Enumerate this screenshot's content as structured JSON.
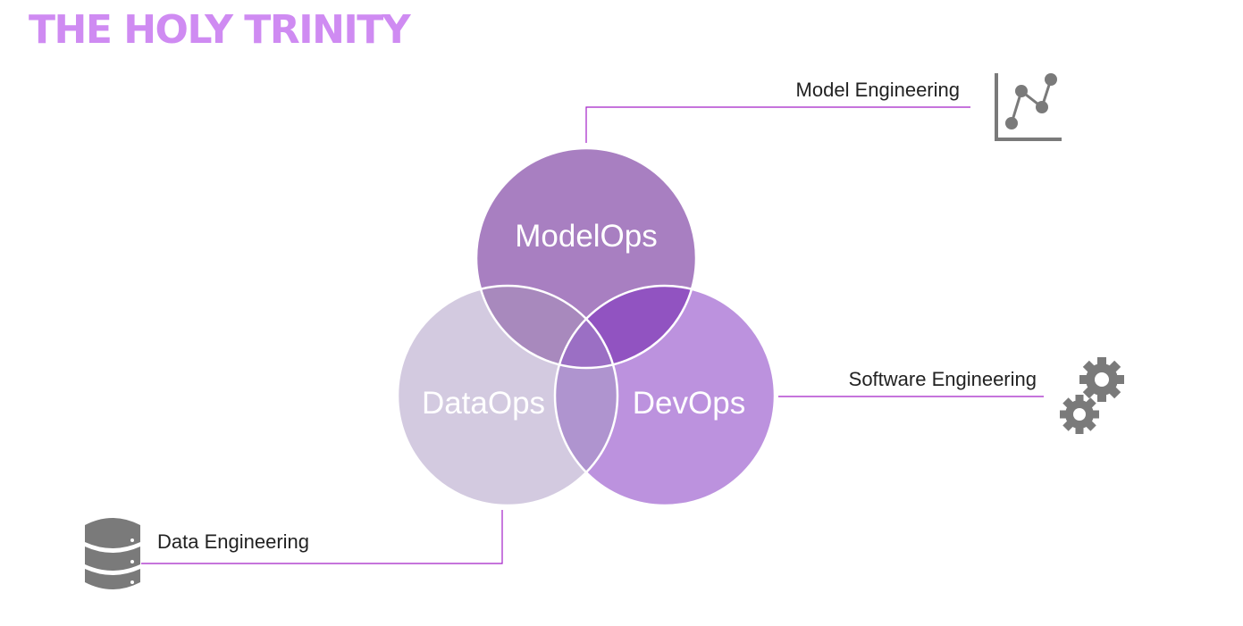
{
  "title": "THE HOLY TRINITY",
  "colors": {
    "accent": "#cf8bf2",
    "connector": "#a322c7",
    "icon": "#7a7a7a",
    "modelops": "#a87fc1",
    "dataops": "#d3cae0",
    "devops": "#bc92de",
    "overlap_all": "#9b6fc4",
    "overlap_model_dev": "#9153c1",
    "overlap_model_data": "#a889bd",
    "overlap_data_dev": "#af94cf"
  },
  "circles": {
    "modelops": {
      "label": "ModelOps"
    },
    "dataops": {
      "label": "DataOps"
    },
    "devops": {
      "label": "DevOps"
    }
  },
  "callouts": {
    "model_engineering": {
      "label": "Model Engineering",
      "icon": "line-chart-icon"
    },
    "software_engineering": {
      "label": "Software Engineering",
      "icon": "gears-icon"
    },
    "data_engineering": {
      "label": "Data Engineering",
      "icon": "database-icon"
    }
  }
}
